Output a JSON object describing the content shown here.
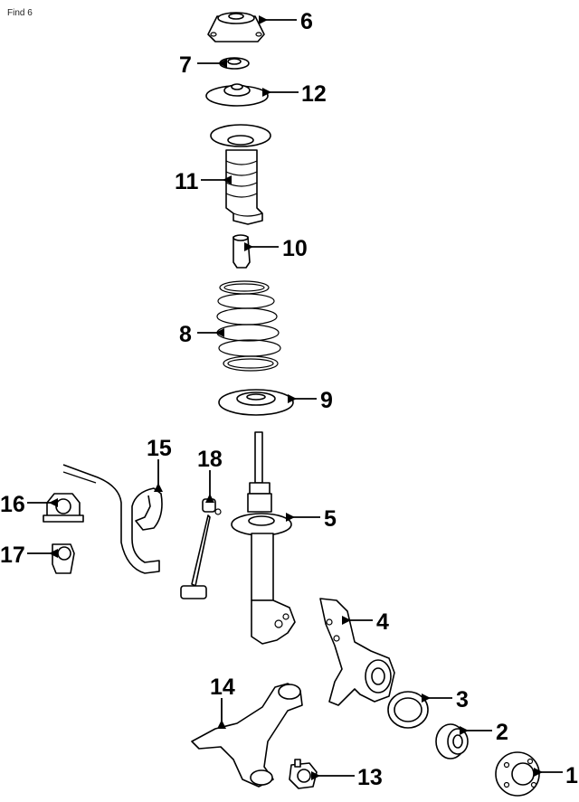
{
  "header": {
    "find_label": "Find 6"
  },
  "callouts": {
    "c1": "1",
    "c2": "2",
    "c3": "3",
    "c4": "4",
    "c5": "5",
    "c6": "6",
    "c7": "7",
    "c8": "8",
    "c9": "9",
    "c10": "10",
    "c11": "11",
    "c12": "12",
    "c13": "13",
    "c14": "14",
    "c15": "15",
    "c16": "16",
    "c17": "17",
    "c18": "18"
  }
}
